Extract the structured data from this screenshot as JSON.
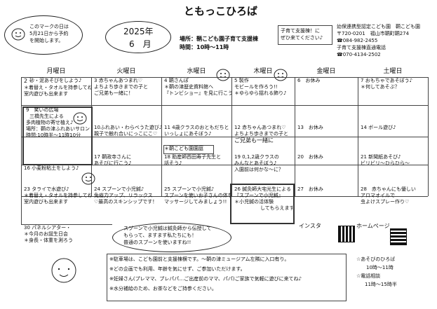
{
  "header": {
    "note_bubble": [
      "このマークの日は",
      "5月21日から予約",
      "を開始します。"
    ],
    "title": "ともっこひろば",
    "year_label": "2025年",
    "month_label": "6　月",
    "place": "場所：鞆こども園子育て支援棟",
    "time": "時間：10時～11時",
    "welcome_box": [
      "子育て支援棟！に",
      "ぜひ来てください♪"
    ],
    "org": [
      "幼保連携型認定こども園　鞆こども園",
      "〒720-0201　福山市鞆町鞆274",
      "☎084-982-2455",
      "子育て支援棟直通電話",
      "☎070-4134-2502"
    ]
  },
  "weekdays": [
    "月曜日",
    "火曜日",
    "水曜日",
    "木曜日",
    "金曜日",
    "土曜日"
  ],
  "weeks": [
    [
      {
        "day": "2",
        "lines": [
          "砂・泥あそびをしよう♪",
          "＊着替え・タオルを持参してね。",
          "室内遊びも出来ます"
        ]
      },
      {
        "day": "3",
        "lines": [
          "赤ちゃんあつまれ♡",
          "よちよち歩きまでの子と",
          "ご兄弟も一緒に！"
        ]
      },
      {
        "day": "4",
        "lines": [
          "鞆さんぽ",
          "＊鞆の津歴史資料館へ",
          "『トンビショー』を見に行こう！"
        ]
      },
      {
        "day": "5",
        "lines": [
          "製作",
          "モビールを作ろう!!",
          "＊ゆらゆら揺れる飾り♪"
        ]
      },
      {
        "day": "6",
        "lines": [
          "お休み"
        ]
      },
      {
        "day": "7",
        "lines": [
          "おもちゃであそぼう♪",
          "＊何してあそぶ？"
        ]
      }
    ],
    [
      {
        "day": "9",
        "lines": [
          "笑いの広場",
          "三橋先生による",
          "多肉植物の寄せ植え♪",
          "場所：鞆の津ふれあいサロン",
          "時間:10時半～11時10分"
        ]
      },
      {
        "day": "10",
        "lines": [
          "ふれあい・わらべうた遊び♪",
          "親子で触れ合いにっこにこ♡"
        ]
      },
      {
        "day": "11",
        "lines": [
          "4歳クラスのおともだちと",
          "いっしょにあそぼう♪",
          "＊鞆こども園園庭"
        ]
      },
      {
        "day": "12",
        "lines": [
          "赤ちゃんあつまれ♡",
          "よちよち歩きまでの子と",
          "ご兄弟も一緒に"
        ]
      },
      {
        "day": "13",
        "lines": [
          "お休み"
        ]
      },
      {
        "day": "14",
        "lines": [
          "ボール遊び♪"
        ]
      }
    ],
    [
      {
        "day": "16",
        "lines": [
          "小麦粉粘土をしよう♪"
        ]
      },
      {
        "day": "17",
        "lines": [
          "鞆政寺さんに",
          "あそびに行こう♪"
        ]
      },
      {
        "day": "18",
        "lines": [
          "助産師西田寿子先生と",
          "話そう♪"
        ]
      },
      {
        "day": "19",
        "lines": [
          "0,1,2歳クラスの",
          "みんなとあそぼう♪",
          "入園前は何かな～に？"
        ]
      },
      {
        "day": "20",
        "lines": [
          "お休み"
        ]
      },
      {
        "day": "21",
        "lines": [
          "新聞紙あそび♪",
          "ビリビリ～ひらひら～"
        ]
      }
    ],
    [
      {
        "day": "23",
        "lines": [
          "タライで水遊び♪",
          "＊着替え・タオルを持参してね。",
          "室内遊びも出来ます"
        ]
      },
      {
        "day": "24",
        "lines": [
          "スプーンで小児鍼♪",
          "免疫力アップ、リラックス",
          "♡最高のスキンシップです！"
        ]
      },
      {
        "day": "25",
        "lines": [
          "スプーンで小児鍼♪",
          "スプーンを使いお子さんの体を",
          "マッサージしてみましょう!!"
        ]
      },
      {
        "day": "26",
        "lines": [
          "鍼灸師大宅光生による",
          "『スプーンで小児鍼』",
          "＊小児鍼の活体験",
          "してもらえます"
        ]
      },
      {
        "day": "27",
        "lines": [
          "お休み"
        ]
      },
      {
        "day": "28",
        "lines": [
          "赤ちゃんにも優しい",
          "アロマオイルで",
          "虫よけスプレー作り♡"
        ]
      }
    ],
    [
      {
        "day": "30",
        "lines": [
          "パネルシアター・",
          "＊今月のお誕生日会",
          "＊身長・体重を測ろう"
        ]
      }
    ]
  ],
  "spoon_bubble": [
    "スプーンで小児鍼は鍼灸師から伝授して",
    "もらって、ますます私たちにも！",
    "普通のスプーンを使いますね!!"
  ],
  "insta_label": "インスタ",
  "homepage_label": "ホームページ",
  "footer": {
    "notes": [
      "※駐車場は、こども園前と支援棟横です。～鞆の津ミュージアム左隣に入口有り。",
      "※どの企画でも利用、年齢を気にせず、ご参加いただけます。",
      "※妊婦さん(プレママ、プレパパ…ご出産前のママ、パパ)ご家族で気軽に遊びに来てね♪",
      "※水分補給のため、お茶などをご持参ください。"
    ],
    "side": [
      "☆あそびのひろば",
      "10時～11時",
      "☆電話相談",
      "11時～15時半"
    ]
  }
}
